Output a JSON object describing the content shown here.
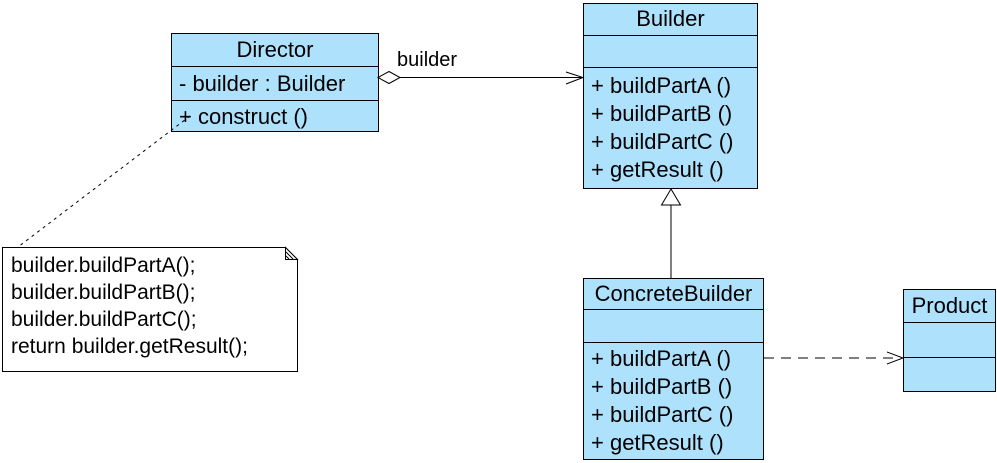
{
  "colors": {
    "class_fill": "#AEE1FB",
    "stroke": "#000000",
    "note_fill": "#FFFFFF"
  },
  "classes": {
    "director": {
      "name": "Director",
      "attributes": [
        "- builder : Builder"
      ],
      "methods": [
        "+ construct ()"
      ]
    },
    "builder": {
      "name": "Builder",
      "attributes": [],
      "methods": [
        "+ buildPartA ()",
        "+ buildPartB ()",
        "+ buildPartC ()",
        "+ getResult ()"
      ]
    },
    "concrete_builder": {
      "name": "ConcreteBuilder",
      "attributes": [],
      "methods": [
        "+ buildPartA ()",
        "+ buildPartB ()",
        "+ buildPartC ()",
        "+ getResult ()"
      ]
    },
    "product": {
      "name": "Product",
      "attributes": [],
      "methods": []
    }
  },
  "relationships": {
    "director_builder": {
      "type": "aggregation",
      "label": "builder"
    },
    "concretebuilder_builder": {
      "type": "generalization"
    },
    "concretebuilder_product": {
      "type": "dependency"
    }
  },
  "note": {
    "lines": [
      "builder.buildPartA();",
      "builder.buildPartB();",
      "builder.buildPartC();",
      "return builder.getResult();"
    ]
  }
}
